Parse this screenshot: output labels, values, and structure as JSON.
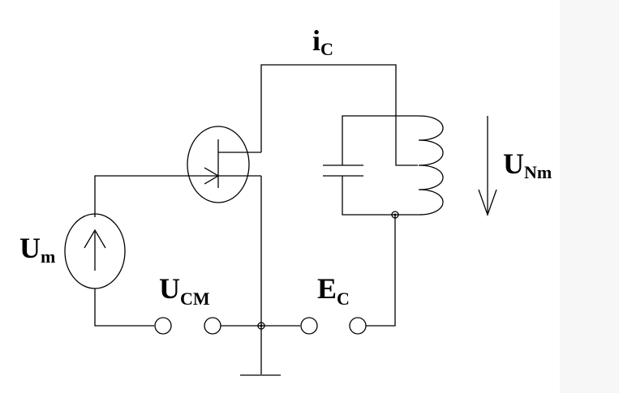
{
  "labels": {
    "drain_current": {
      "main": "i",
      "sub": "C"
    },
    "source_voltage": {
      "main": "U",
      "sub": "m"
    },
    "control_voltage": {
      "main": "U",
      "sub": "CM"
    },
    "supply_voltage": {
      "main": "E",
      "sub": "C"
    },
    "output_voltage": {
      "main": "U",
      "sub": "Nm"
    }
  }
}
